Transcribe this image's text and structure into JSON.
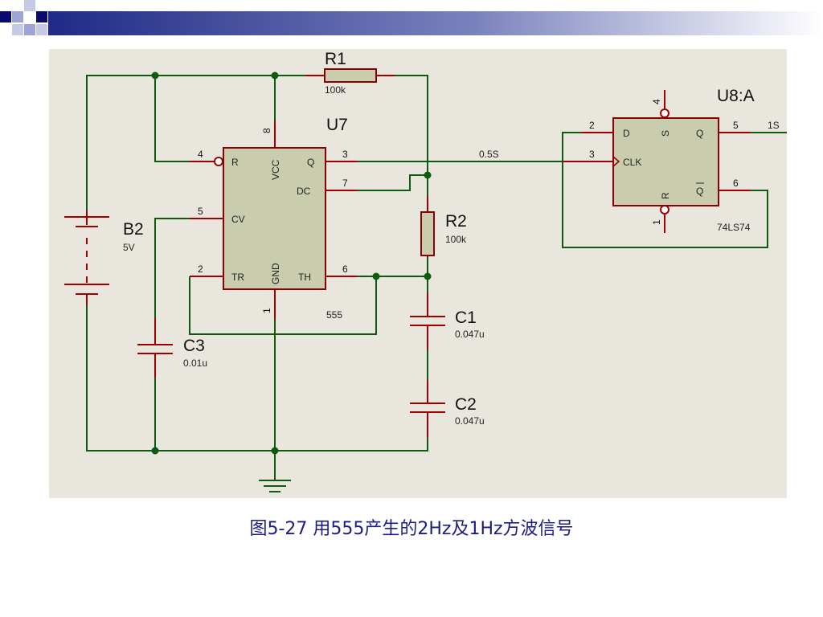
{
  "caption": "图5-27  用555产生的2Hz及1Hz方波信号",
  "components": {
    "r1": {
      "ref": "R1",
      "value": "100k"
    },
    "r2": {
      "ref": "R2",
      "value": "100k"
    },
    "c1": {
      "ref": "C1",
      "value": "0.047u"
    },
    "c2": {
      "ref": "C2",
      "value": "0.047u"
    },
    "c3": {
      "ref": "C3",
      "value": "0.01u"
    },
    "b2": {
      "ref": "B2",
      "value": "5V"
    },
    "u7": {
      "ref": "U7",
      "part": "555",
      "pins": {
        "r": "R",
        "vcc": "VCC",
        "q": "Q",
        "dc": "DC",
        "cv": "CV",
        "tr": "TR",
        "gnd": "GND",
        "th": "TH"
      },
      "pin_numbers": {
        "r": "4",
        "vcc": "8",
        "q": "3",
        "dc": "7",
        "cv": "5",
        "tr": "2",
        "gnd": "1",
        "th": "6"
      }
    },
    "u8": {
      "ref": "U8:A",
      "part": "74LS74",
      "pins": {
        "d": "D",
        "s": "S",
        "q": "Q",
        "clk": "CLK",
        "r": "R",
        "qbar": "Q"
      },
      "pin_numbers": {
        "d": "2",
        "s": "4",
        "q": "5",
        "clk": "3",
        "r": "1",
        "qbar": "6"
      }
    }
  },
  "nets": {
    "out_555": "0.5S",
    "out_ff": "1S"
  },
  "colors": {
    "wire": "#0e5a0e",
    "lead": "#a00000",
    "chip_fill": "#c9cdae",
    "panel": "#e9e7dd",
    "caption": "#1b1b8a"
  }
}
